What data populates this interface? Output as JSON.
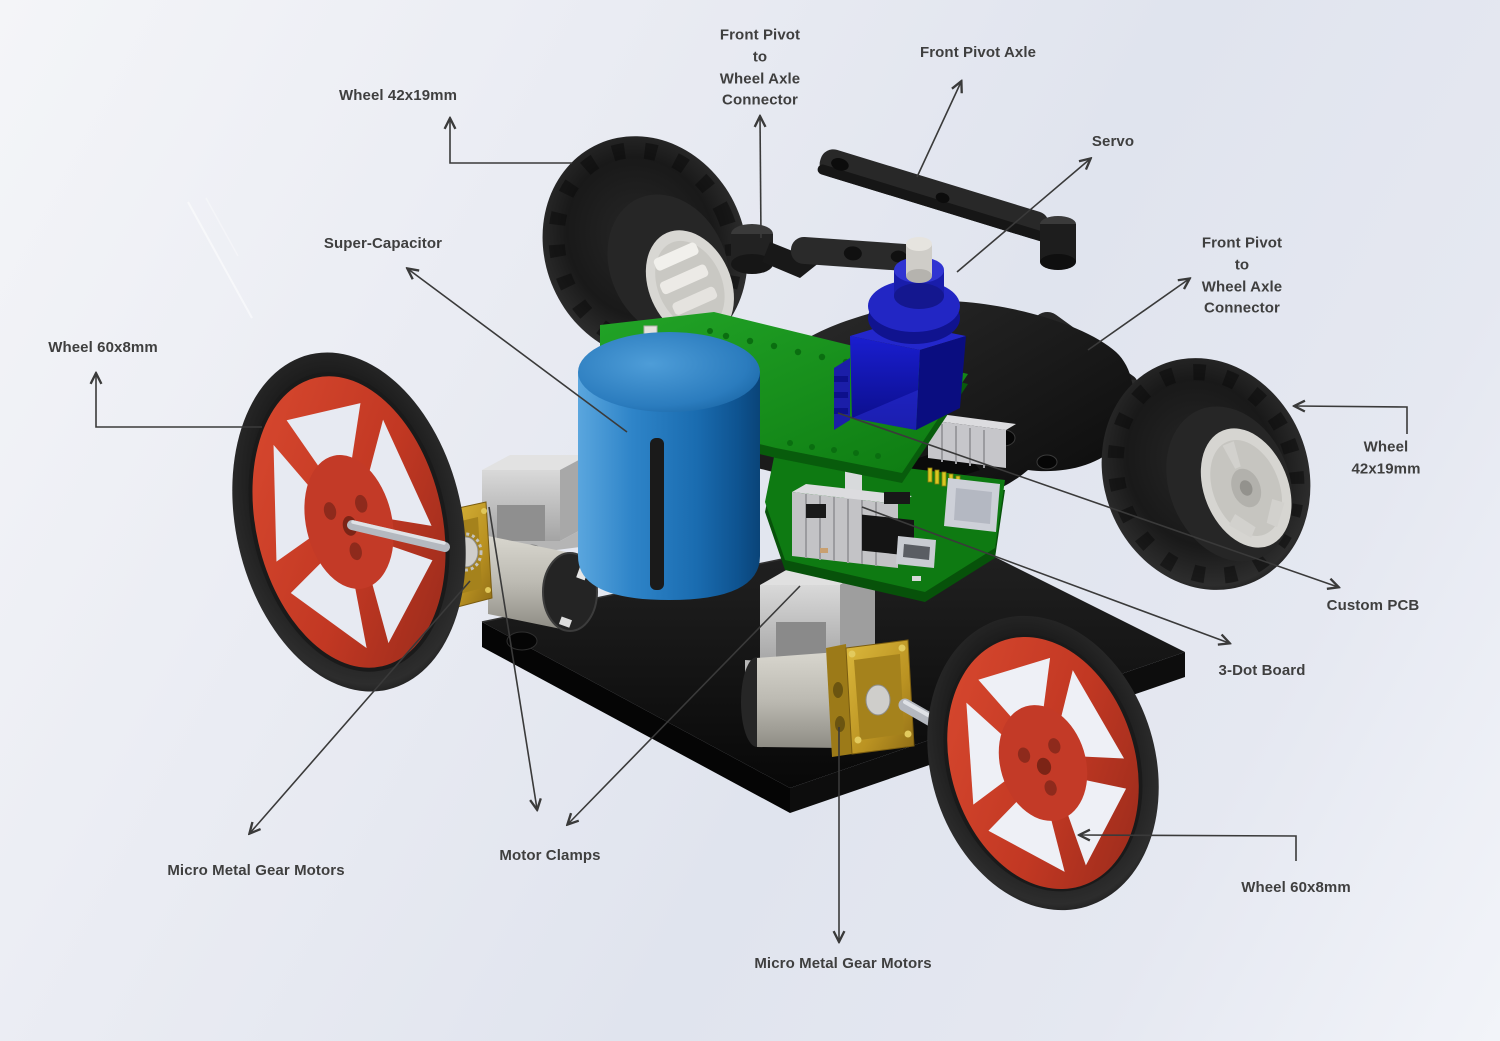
{
  "diagram": {
    "type": "exploded-cad-assembly-diagram"
  },
  "labels": {
    "wheel_42_top": {
      "text": "Wheel 42x19mm"
    },
    "front_pivot_connector_top": {
      "text": "Front Pivot\nto\nWheel Axle\nConnector"
    },
    "front_pivot_axle": {
      "text": "Front Pivot Axle"
    },
    "servo": {
      "text": "Servo"
    },
    "front_pivot_connector_right": {
      "text": "Front Pivot\nto\nWheel Axle\nConnector"
    },
    "super_capacitor": {
      "text": "Super-Capacitor"
    },
    "wheel_60_left": {
      "text": "Wheel 60x8mm"
    },
    "wheel_42_right": {
      "text": "Wheel 42x19mm"
    },
    "custom_pcb": {
      "text": "Custom PCB"
    },
    "three_dot_board": {
      "text": "3-Dot Board"
    },
    "micro_motors_left": {
      "text": "Micro Metal Gear Motors"
    },
    "motor_clamps": {
      "text": "Motor Clamps"
    },
    "micro_motors_bottom": {
      "text": "Micro Metal Gear Motors"
    },
    "wheel_60_right": {
      "text": "Wheel 60x8mm"
    }
  },
  "colors": {
    "label_text": "#3f3f3f",
    "leader_line": "#3a3a3a",
    "wheel_hub_red": "#c33a27",
    "tire_black": "#191919",
    "hub_silver": "#d6d5d1",
    "pcb_green": "#128a16",
    "servo_blue": "#1216c6",
    "capacitor_blue": "#2276bc",
    "gearbox_gold": "#c8a02a",
    "motor_silver": "#bfbdb5",
    "clamp_gray": "#c6c6c6",
    "chassis_black": "#141414",
    "background": "#e7eaf2"
  }
}
